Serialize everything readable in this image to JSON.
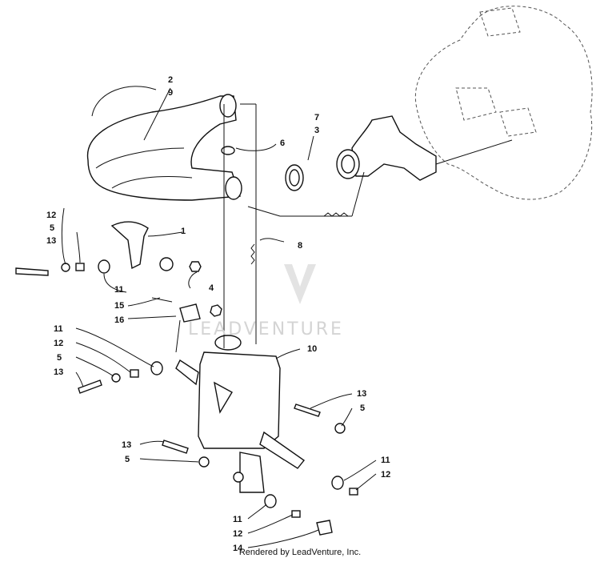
{
  "watermark": {
    "text": "LEADVENTURE"
  },
  "footer": {
    "text": "Rendered by LeadVenture, Inc."
  },
  "callouts": {
    "c2": "2",
    "c9": "9",
    "c7": "7",
    "c3": "3",
    "c6": "6",
    "c12a": "12",
    "c5a": "5",
    "c13a": "13",
    "c1": "1",
    "c8": "8",
    "c11a": "11",
    "c4": "4",
    "c15": "15",
    "c16": "16",
    "c11b": "11",
    "c12b": "12",
    "c5b": "5",
    "c13b": "13",
    "c10": "10",
    "c13c": "13",
    "c5c": "5",
    "c13d": "13",
    "c5d": "5",
    "c11c": "11",
    "c12c": "12",
    "c11d": "11",
    "c12d": "12",
    "c14": "14"
  }
}
